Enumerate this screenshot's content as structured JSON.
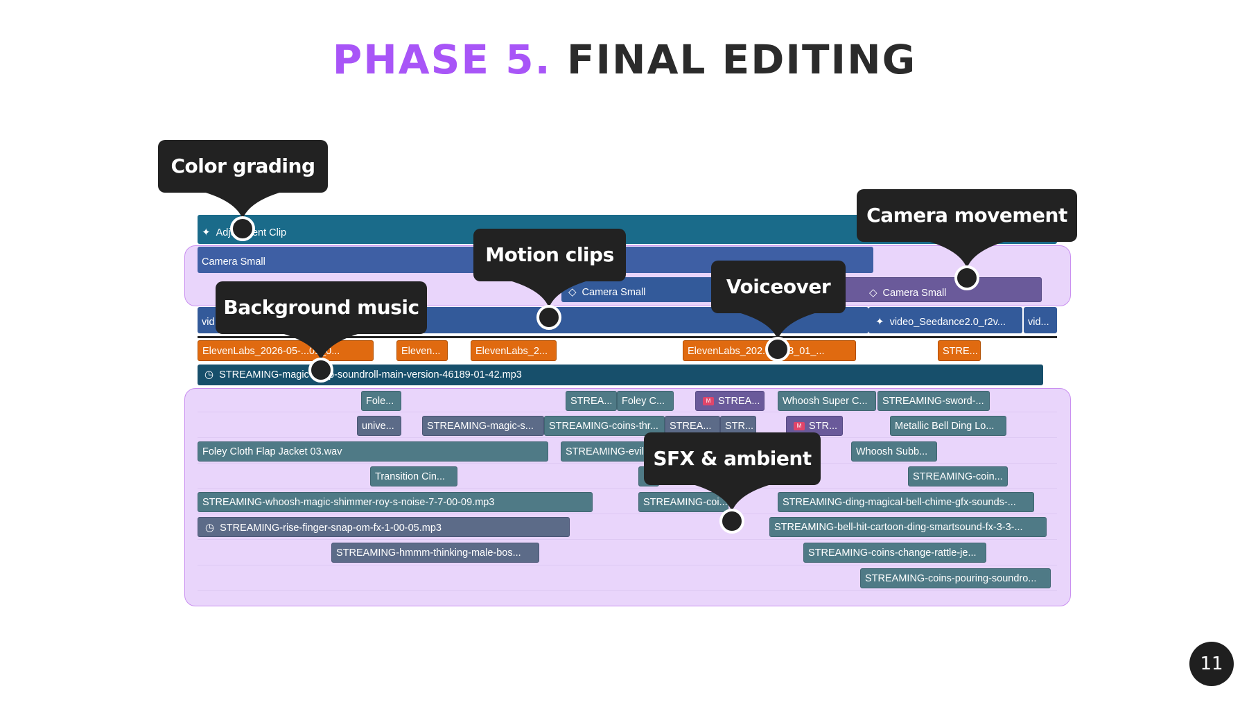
{
  "title": {
    "part1": "PHASE 5.",
    "part2": "FINAL EDITING"
  },
  "callouts": {
    "color_grading": "Color grading",
    "camera_movement": "Camera movement",
    "motion_clips": "Motion clips",
    "voiceover": "Voiceover",
    "background_music": "Background music",
    "sfx_ambient": "SFX & ambient"
  },
  "page_number": "11",
  "clips": {
    "adjustment": "Adjustment Clip",
    "camera_small_1": "Camera Small",
    "camera_small_2": "Camera Small",
    "camera_small_3": "Camera Small",
    "vid_left": "vid",
    "seedance": "video_Seedance2.0_r2v...",
    "vid_right": "vid...",
    "el_1": "ElevenLabs_2026-05-...01_0...",
    "el_2": "Eleven...",
    "el_3": "ElevenLabs_2...",
    "el_4": "ElevenLabs_202...8T13_01_...",
    "el_5": "STRE...",
    "music": "STREAMING-magic-snap-soundroll-main-version-46189-01-42.mp3",
    "s_fole": "Fole...",
    "s_strea1": "STREA...",
    "s_foley_c": "Foley C...",
    "s_strea2": "STREA...",
    "s_whoosh_super": "Whoosh Super C...",
    "s_sword": "STREAMING-sword-...",
    "s_unive": "unive...",
    "s_magic_s": "STREAMING-magic-s...",
    "s_coins_thr": "STREAMING-coins-thr...",
    "s_strea3": "STREA...",
    "s_str1": "STR...",
    "s_str2": "STR...",
    "s_metallic": "Metallic Bell Ding Lo...",
    "s_foley_cloth": "Foley Cloth Flap Jacket 03.wav",
    "s_evil": "STREAMING-evil...",
    "s_whoosh_subb": "Whoosh Subb...",
    "s_transition": "Transition Cin...",
    "s_coin": "STREAMING-coin...",
    "s_whoosh_magic": "STREAMING-whoosh-magic-shimmer-roy-s-noise-7-7-00-09.mp3",
    "s_coi": "STREAMING-coi...",
    "s_ding_magical": "STREAMING-ding-magical-bell-chime-gfx-sounds-...",
    "s_rise": "STREAMING-rise-finger-snap-om-fx-1-00-05.mp3",
    "s_bell_hit": "STREAMING-bell-hit-cartoon-ding-smartsound-fx-3-3-...",
    "s_hmmm": "STREAMING-hmmm-thinking-male-bos...",
    "s_coins_change": "STREAMING-coins-change-rattle-je...",
    "s_coins_pouring": "STREAMING-coins-pouring-soundro..."
  },
  "badges": {
    "m1": "M",
    "m2": "M"
  }
}
